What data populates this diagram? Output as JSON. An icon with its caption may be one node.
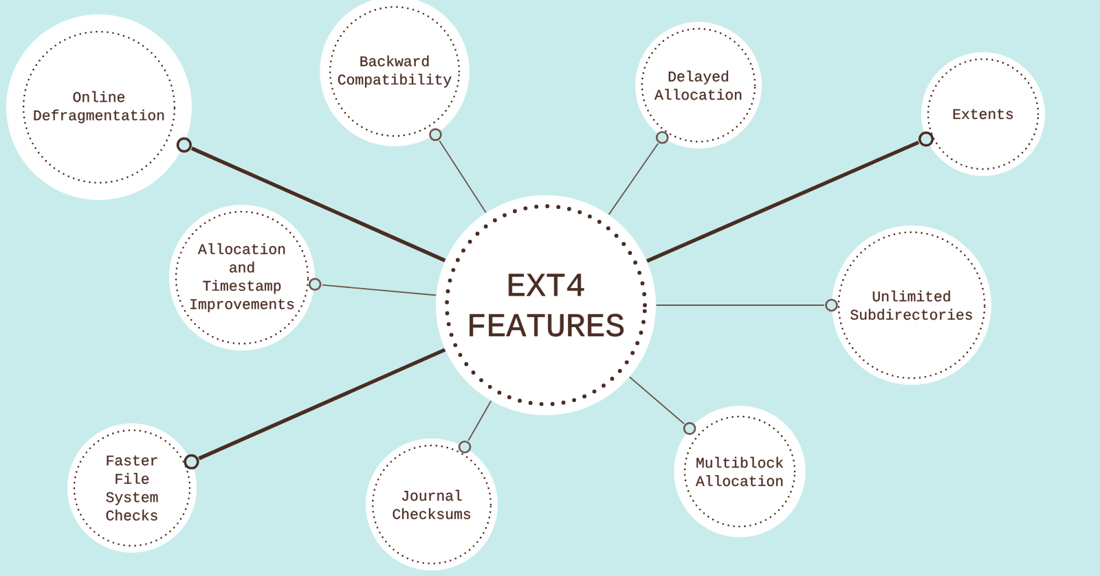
{
  "diagram": {
    "nodes": [
      {
        "text": [
          "EXT4 FEATURES"
        ]
      },
      {
        "text": [
          "Online Defragmentation"
        ]
      },
      {
        "text": [
          "Backward Compatibility"
        ]
      },
      {
        "text": [
          "Delayed Allocation"
        ]
      },
      {
        "text": [
          "Extents"
        ]
      },
      {
        "text": [
          "Allocation and Timestamp Improvements"
        ]
      },
      {
        "text": [
          "Unlimited Subdirectories"
        ]
      },
      {
        "text": [
          "Faster File System Checks"
        ]
      },
      {
        "text": [
          "Journal Checksums"
        ]
      },
      {
        "text": [
          "Multiblock Allocation"
        ]
      }
    ],
    "edges": [
      {
        "from": 0,
        "to": 1,
        "arrow": "other",
        "style": "thick"
      },
      {
        "from": 0,
        "to": 2,
        "arrow": "other"
      },
      {
        "from": 0,
        "to": 3,
        "arrow": "other"
      },
      {
        "from": 0,
        "to": 4,
        "arrow": "other",
        "style": "thick"
      },
      {
        "from": 0,
        "to": 5,
        "arrow": "other"
      },
      {
        "from": 0,
        "to": 6,
        "arrow": "other"
      },
      {
        "from": 0,
        "to": 7,
        "arrow": "other",
        "style": "thick"
      },
      {
        "from": 0,
        "to": 8,
        "arrow": "other"
      },
      {
        "from": 0,
        "to": 9,
        "arrow": "other"
      }
    ]
  }
}
